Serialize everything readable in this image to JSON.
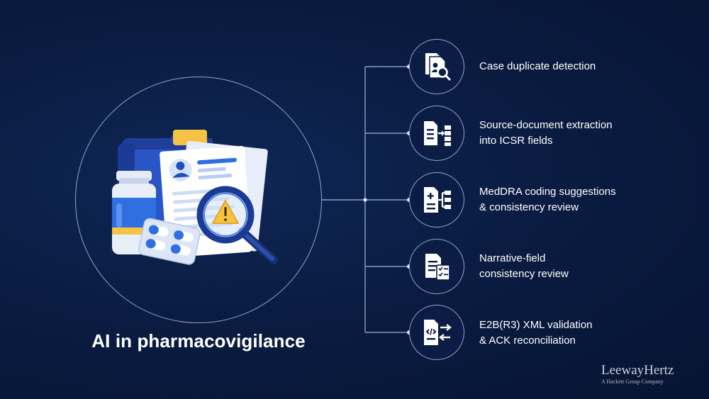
{
  "colors": {
    "background": "#0a1c42",
    "line": "#bcd0f2",
    "node_fill": "#0b1d45",
    "accent_blue": "#2f6fe0",
    "accent_yellow": "#f6c445"
  },
  "hero": {
    "title": "AI in pharmacovigilance",
    "illustration_icon": "medical-case-review-illustration"
  },
  "features": [
    {
      "icon": "document-search-icon",
      "lines": [
        "Case duplicate detection"
      ]
    },
    {
      "icon": "document-to-table-icon",
      "lines": [
        "Source-document extraction",
        "into ICSR fields"
      ]
    },
    {
      "icon": "document-hierarchy-icon",
      "lines": [
        "MedDRA coding suggestions",
        "& consistency review"
      ]
    },
    {
      "icon": "document-checklist-icon",
      "lines": [
        "Narrative-field",
        "consistency review"
      ]
    },
    {
      "icon": "code-exchange-icon",
      "lines": [
        "E2B(R3) XML validation",
        "& ACK reconciliation"
      ]
    }
  ],
  "brand": {
    "name": "LeewayHertz",
    "tagline": "A Hackett Group Company"
  }
}
